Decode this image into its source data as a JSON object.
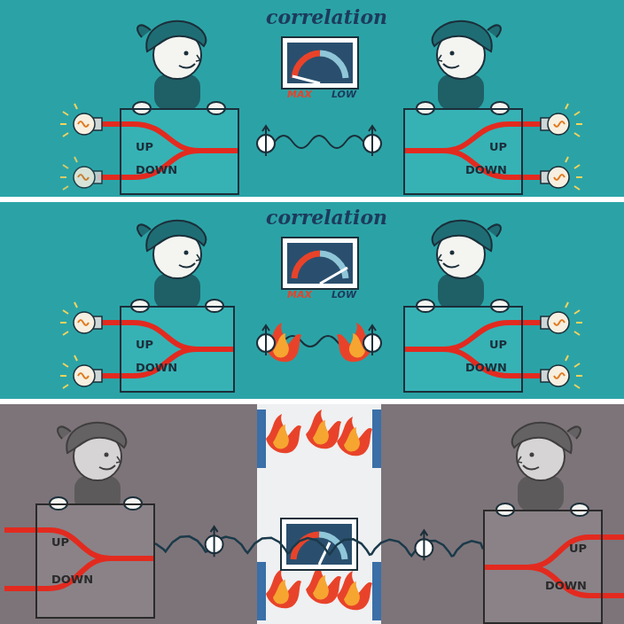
{
  "diagram": {
    "nodes": [
      {
        "text": [
          "UP",
          "DOWN"
        ]
      },
      {
        "text": [
          "UP",
          "DOWN"
        ]
      },
      {
        "text": [
          "UP",
          "DOWN"
        ]
      },
      {
        "text": [
          "UP",
          "DOWN"
        ]
      },
      {
        "text": [
          "UP",
          "DOWN"
        ]
      },
      {
        "text": [
          "UP",
          "DOWN"
        ]
      }
    ],
    "edges": [
      {
        "from": 4,
        "to": 5,
        "arrow": "none"
      }
    ],
    "labels": [
      "correlation",
      "MAX",
      "LOW",
      "correlation",
      "MAX",
      "LOW"
    ]
  }
}
